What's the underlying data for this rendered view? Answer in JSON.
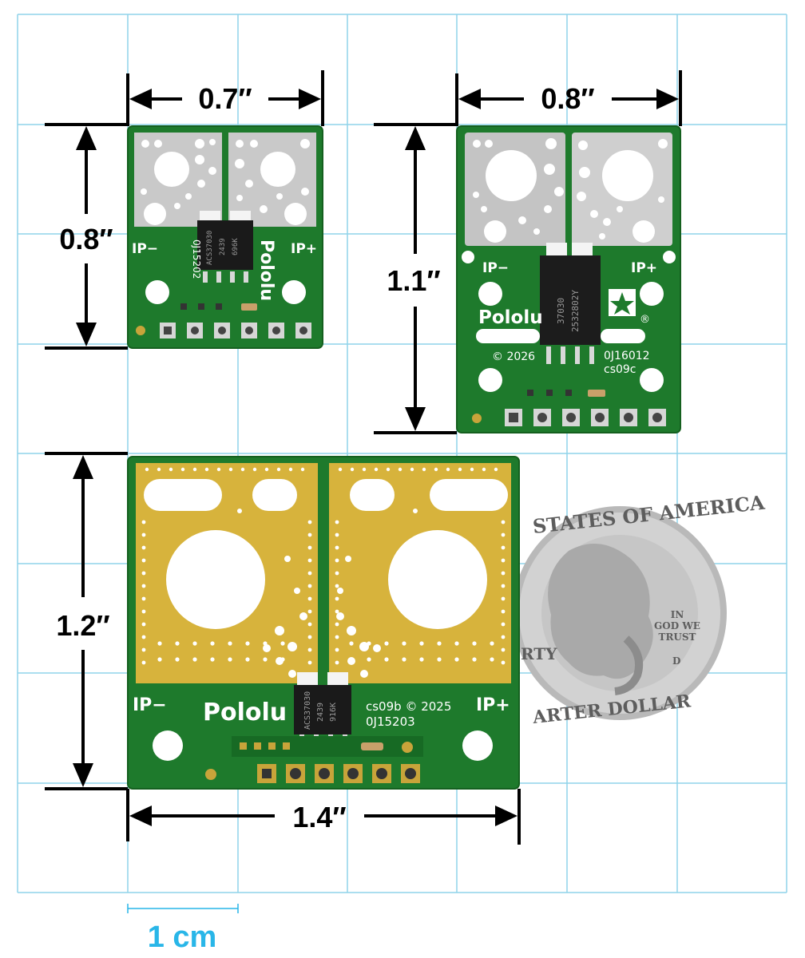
{
  "scene": {
    "description_label": "Pololu ACS37030 current sensor carriers size comparison",
    "colors": {
      "grid": "#8fd3ea",
      "pcb": "#1e7a2c",
      "scale": "#29b6e8",
      "silver": "#c9c9c9",
      "gold": "#d7b33c"
    }
  },
  "dimensions": {
    "small_width": "0.7″",
    "small_height": "0.8″",
    "medium_width": "0.8″",
    "medium_height": "1.1″",
    "large_height": "1.2″",
    "large_width": "1.4″"
  },
  "boards": {
    "small": {
      "ip_minus": "IP−",
      "ip_plus": "IP+",
      "brand": "Pololu",
      "part": "0J15202",
      "chip_line1": "ACS37030",
      "chip_line2": "2439",
      "chip_line3": "696K"
    },
    "medium": {
      "ip_minus": "IP−",
      "ip_plus": "IP+",
      "brand": "Pololu",
      "copyright": "© 2026",
      "part": "0J16012",
      "rev": "cs09c",
      "chip_line1": "37030",
      "chip_line2": "2532802Y"
    },
    "large": {
      "ip_minus": "IP−",
      "ip_plus": "IP+",
      "brand": "Pololu",
      "rev_copy": "cs09b © 2025",
      "part": "0J15203",
      "chip_line1": "ACS37030",
      "chip_line2": "2439",
      "chip_line3": "916K"
    }
  },
  "coin": {
    "top_text": "STATES OF AMERICA",
    "motto_line1": "IN",
    "motto_line2": "GOD WE",
    "motto_line3": "TRUST",
    "left_text": "RTY",
    "bottom_text": "ARTER DOLLAR",
    "mint": "D"
  },
  "scale_bar": {
    "label": "1 cm"
  }
}
